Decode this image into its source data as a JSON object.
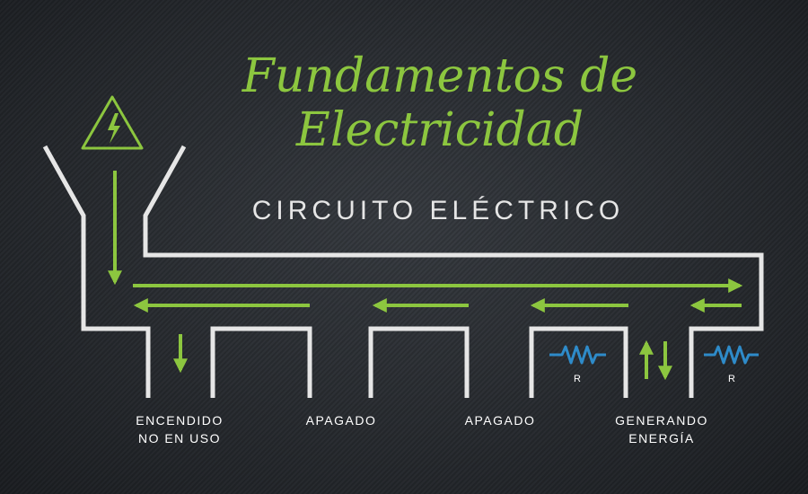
{
  "title_line1": "Fundamentos de",
  "title_line2": "Electricidad",
  "subtitle": "CIRCUITO ELÉCTRICO",
  "labels": {
    "on_unused_1": "ENCENDIDO",
    "on_unused_2": "NO EN USO",
    "off_1": "APAGADO",
    "off_2": "APAGADO",
    "gen_1": "GENERANDO",
    "gen_2": "ENERGÍA"
  },
  "resistor_labels": [
    "R",
    "R"
  ],
  "icons": [
    "high-voltage-warning-icon",
    "resistor-icon"
  ],
  "colors": {
    "accent_green": "#8cc63f",
    "wire": "#e6e6e6",
    "resistor": "#2e8bc9",
    "background": "#2b2f34"
  }
}
